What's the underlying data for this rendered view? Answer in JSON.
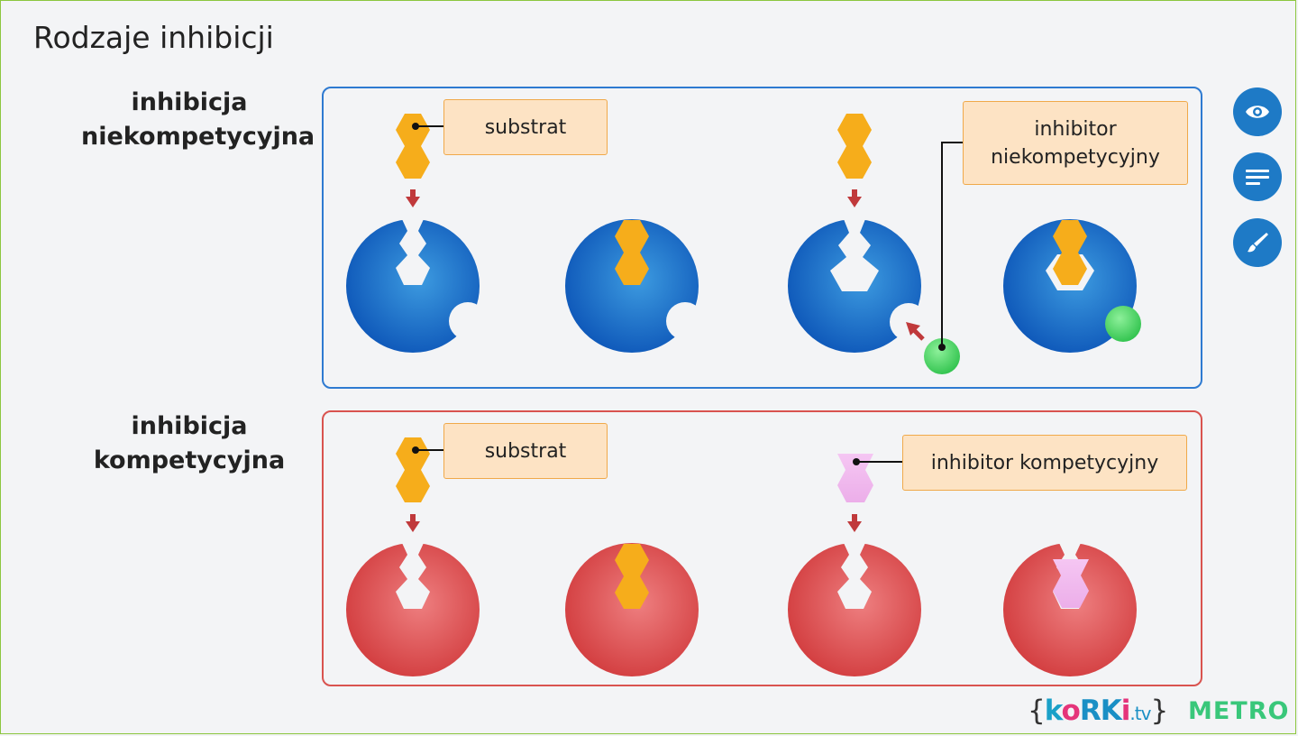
{
  "page": {
    "title": "Rodzaje inhibicji"
  },
  "sections": {
    "noncompetitive": {
      "label_line1": "inhibicja",
      "label_line2": "niekompetycyjna",
      "substrate_label": "substrat",
      "inhibitor_label_line1": "inhibitor",
      "inhibitor_label_line2": "niekompetycyjny",
      "enzyme_color": "#1565c0",
      "inhibitor_color": "#3ecf5a"
    },
    "competitive": {
      "label_line1": "inhibicja",
      "label_line2": "kompetycyjna",
      "substrate_label": "substrat",
      "inhibitor_label": "inhibitor kompetycyjny",
      "enzyme_color": "#d64545",
      "inhibitor_color": "#f0b4ee"
    }
  },
  "colors": {
    "substrate": "#f6ad1b",
    "arrow": "#c0393b",
    "panel_blue_border": "#2e7ad1",
    "panel_red_border": "#d9534f",
    "button": "#1e7ac6"
  },
  "toolbar": {
    "buttons": [
      {
        "icon": "eye-icon"
      },
      {
        "icon": "text-lines-icon"
      },
      {
        "icon": "brush-icon"
      }
    ]
  },
  "logos": {
    "korki": {
      "brace_open": "{",
      "k": "k",
      "o": "o",
      "rk": "RK",
      "i": "i",
      "tv": ".tv",
      "brace_close": "}"
    },
    "metro": "METRO"
  }
}
